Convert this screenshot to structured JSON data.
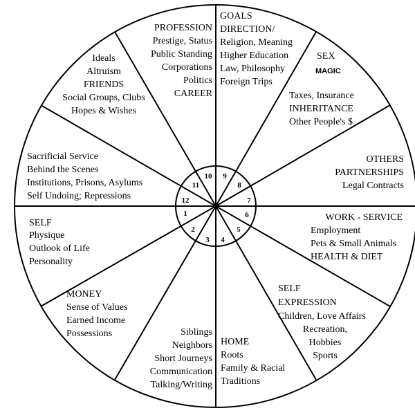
{
  "houses": [
    {
      "number": "1",
      "lines": [
        "SELF",
        "Physique",
        "Outlook of Life",
        "Personality"
      ]
    },
    {
      "number": "2",
      "lines": [
        "MONEY",
        "Sense of Values",
        "Earned Income",
        "Possessions"
      ]
    },
    {
      "number": "3",
      "lines": [
        "Siblings",
        "Neighbors",
        "Short Journeys",
        "Communication",
        "Talking/Writing"
      ]
    },
    {
      "number": "4",
      "lines": [
        "HOME",
        "Roots",
        "Family & Racial",
        "Traditions"
      ]
    },
    {
      "number": "5",
      "lines": [
        "SELF",
        "EXPRESSION",
        "Children, Love Affairs",
        "Recreation,",
        "Hobbies",
        "Sports"
      ]
    },
    {
      "number": "6",
      "lines": [
        "WORK - SERVICE",
        "Employment",
        "Pets & Small Animals",
        "HEALTH & DIET"
      ]
    },
    {
      "number": "7",
      "lines": [
        "OTHERS",
        "PARTNERSHIPS",
        "Legal Contracts"
      ]
    },
    {
      "number": "8",
      "lines": [
        "SEX",
        "MAGIC",
        "Taxes, Insurance",
        "INHERITANCE",
        "Other People's $"
      ]
    },
    {
      "number": "9",
      "lines": [
        "GOALS",
        "DIRECTION/",
        "Religion, Meaning",
        "Higher Education",
        "Law, Philosophy",
        "Foreign Trips"
      ]
    },
    {
      "number": "10",
      "lines": [
        "PROFESSION",
        "Prestige, Status",
        "Public Standing",
        "Corporations",
        "Politics",
        "CAREER"
      ]
    },
    {
      "number": "11",
      "lines": [
        "Ideals",
        "Altruism",
        "FRIENDS",
        "Social Groups, Clubs",
        "Hopes & Wishes"
      ]
    },
    {
      "number": "12",
      "lines": [
        "Sacrificial Service",
        "Behind the Scenes",
        "Institutions, Prisons, Asylums",
        "Self Undoing; Repressions"
      ]
    }
  ]
}
